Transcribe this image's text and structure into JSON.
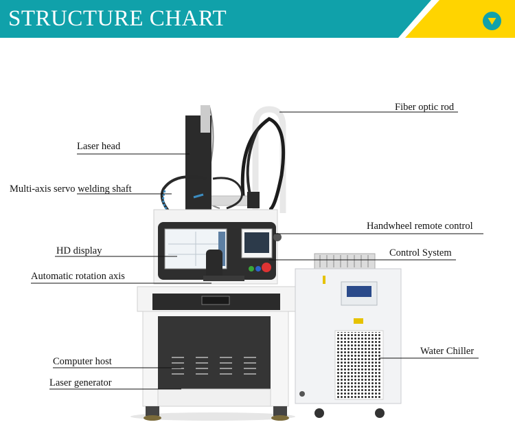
{
  "header": {
    "title": "STRUCTURE CHART",
    "icon": "chevron-down-icon",
    "colors": {
      "teal": "#10a1aa",
      "yellow": "#ffd400",
      "icon_fill": "#ffffff"
    }
  },
  "labels": {
    "fiber_optic_rod": "Fiber optic rod",
    "laser_head": "Laser head",
    "welding_shaft": "Multi-axis servo welding shaft",
    "handwheel": "Handwheel remote control",
    "hd_display": "HD display",
    "control_system": "Control System",
    "rotation_axis": "Automatic rotation axis",
    "water_chiller": "Water Chiller",
    "computer_host": "Computer host",
    "laser_generator": "Laser generator"
  }
}
